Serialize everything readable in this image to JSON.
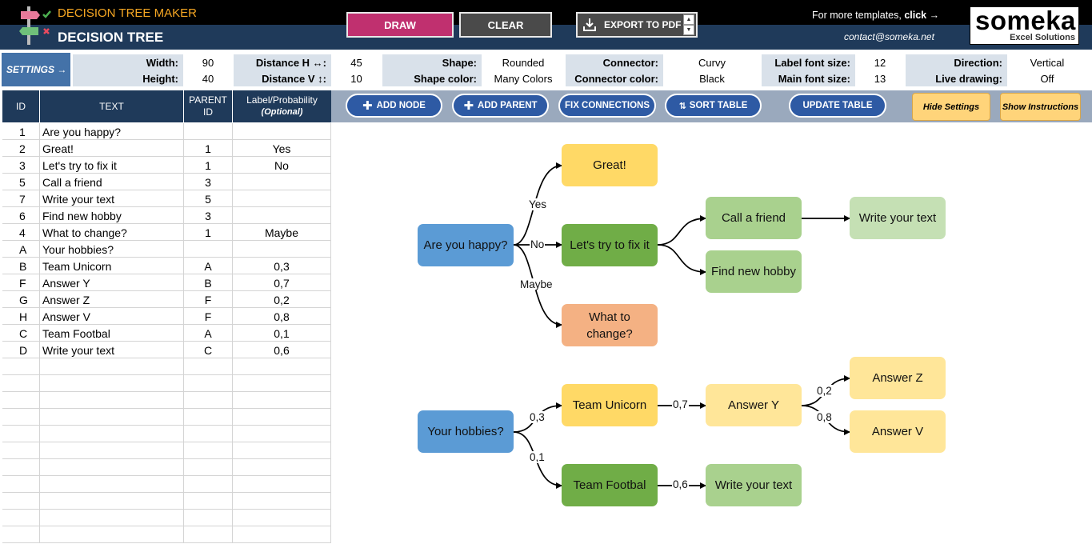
{
  "header": {
    "app_title": "DECISION TREE MAKER",
    "doc_title": "DECISION TREE",
    "draw_label": "DRAW",
    "clear_label": "CLEAR",
    "export_label": "EXPORT  TO PDF",
    "templates_text": "For more templates, ",
    "templates_link": "click →",
    "contact": "contact@someka.net",
    "brand_name": "someka",
    "brand_sub": "Excel Solutions"
  },
  "settings": {
    "label": "SETTINGS →",
    "width_label": "Width:",
    "width": "90",
    "height_label": "Height:",
    "height": "40",
    "dist_h_label": "Distance H ↔:",
    "dist_h": "45",
    "dist_v_label": "Distance V ↕:",
    "dist_v": "10",
    "shape_label": "Shape:",
    "shape": "Rounded",
    "shape_color_label": "Shape color:",
    "shape_color": "Many Colors",
    "connector_label": "Connector:",
    "connector": "Curvy",
    "connector_color_label": "Connector color:",
    "connector_color": "Black",
    "label_font_label": "Label font size:",
    "label_font": "12",
    "main_font_label": "Main font size:",
    "main_font": "13",
    "direction_label": "Direction:",
    "direction": "Vertical",
    "live_label": "Live drawing:",
    "live": "Off"
  },
  "table": {
    "headers": {
      "id": "ID",
      "text": "TEXT",
      "parent": "PARENT ID",
      "label": "Label/Probability",
      "label_sub": "(Optional)"
    },
    "rows": [
      {
        "id": "1",
        "text": "Are you happy?",
        "parent": "",
        "label": ""
      },
      {
        "id": "2",
        "text": "Great!",
        "parent": "1",
        "label": "Yes"
      },
      {
        "id": "3",
        "text": "Let's try to fix it",
        "parent": "1",
        "label": "No"
      },
      {
        "id": "5",
        "text": "Call a friend",
        "parent": "3",
        "label": ""
      },
      {
        "id": "7",
        "text": "Write your text",
        "parent": "5",
        "label": ""
      },
      {
        "id": "6",
        "text": "Find new hobby",
        "parent": "3",
        "label": ""
      },
      {
        "id": "4",
        "text": "What to change?",
        "parent": "1",
        "label": "Maybe"
      },
      {
        "id": "A",
        "text": "Your hobbies?",
        "parent": "",
        "label": ""
      },
      {
        "id": "B",
        "text": "Team Unicorn",
        "parent": "A",
        "label": "0,3"
      },
      {
        "id": "F",
        "text": "Answer Y",
        "parent": "B",
        "label": "0,7"
      },
      {
        "id": "G",
        "text": "Answer Z",
        "parent": "F",
        "label": "0,2"
      },
      {
        "id": "H",
        "text": "Answer V",
        "parent": "F",
        "label": "0,8"
      },
      {
        "id": "C",
        "text": "Team Footbal",
        "parent": "A",
        "label": "0,1"
      },
      {
        "id": "D",
        "text": "Write your text",
        "parent": "C",
        "label": "0,6"
      },
      {
        "id": "",
        "text": "",
        "parent": "",
        "label": ""
      },
      {
        "id": "",
        "text": "",
        "parent": "",
        "label": ""
      },
      {
        "id": "",
        "text": "",
        "parent": "",
        "label": ""
      },
      {
        "id": "",
        "text": "",
        "parent": "",
        "label": ""
      },
      {
        "id": "",
        "text": "",
        "parent": "",
        "label": ""
      },
      {
        "id": "",
        "text": "",
        "parent": "",
        "label": ""
      },
      {
        "id": "",
        "text": "",
        "parent": "",
        "label": ""
      },
      {
        "id": "",
        "text": "",
        "parent": "",
        "label": ""
      },
      {
        "id": "",
        "text": "",
        "parent": "",
        "label": ""
      },
      {
        "id": "",
        "text": "",
        "parent": "",
        "label": ""
      },
      {
        "id": "",
        "text": "",
        "parent": "",
        "label": ""
      }
    ]
  },
  "toolbar": {
    "add_node": "ADD NODE",
    "add_parent": "ADD PARENT",
    "fix_connections": "FIX CONNECTIONS",
    "sort_table": "SORT  TABLE",
    "update_table": "UPDATE TABLE",
    "hide_settings": "Hide Settings",
    "show_instructions": "Show Instructions"
  },
  "tree": {
    "nodes": {
      "n1": "Are you happy?",
      "n2": "Great!",
      "n3": "Let's try to fix it",
      "n5": "Call a friend",
      "n7": "Write your text",
      "n6": "Find new hobby",
      "n4": "What to change?",
      "nA": "Your hobbies?",
      "nB": "Team Unicorn",
      "nF": "Answer Y",
      "nG": "Answer Z",
      "nH": "Answer V",
      "nC": "Team Footbal",
      "nD": "Write your text"
    },
    "edge_labels": {
      "yes": "Yes",
      "no": "No",
      "maybe": "Maybe",
      "b": "0,3",
      "c": "0,1",
      "f": "0,7",
      "g": "0,2",
      "h": "0,8",
      "d": "0,6"
    },
    "colors": {
      "blue": "#5b9bd5",
      "yellow": "#ffd966",
      "green_dark": "#70ad47",
      "green_mid": "#a9d18e",
      "green_light": "#c5e0b4",
      "orange": "#f4b183",
      "yellow_light": "#ffe699"
    }
  }
}
